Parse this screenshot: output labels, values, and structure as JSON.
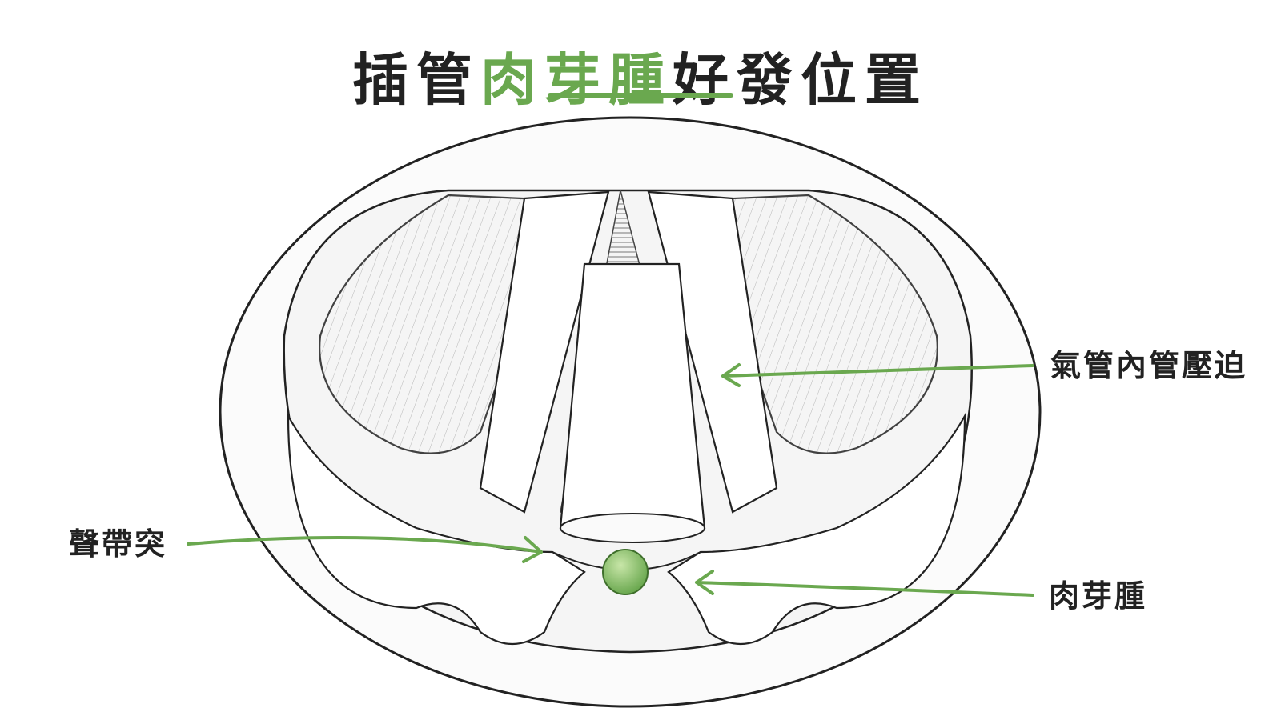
{
  "title": {
    "prefix": "插管",
    "highlight": "肉芽腫",
    "suffix": "好發位置"
  },
  "labels": {
    "trachea_compression": "氣管內管壓迫",
    "vocal_process": "聲帶突",
    "granuloma": "肉芽腫"
  },
  "colors": {
    "accent": "#6aa84f",
    "ink": "#222222",
    "granuloma_fill": "#8fc26a"
  }
}
